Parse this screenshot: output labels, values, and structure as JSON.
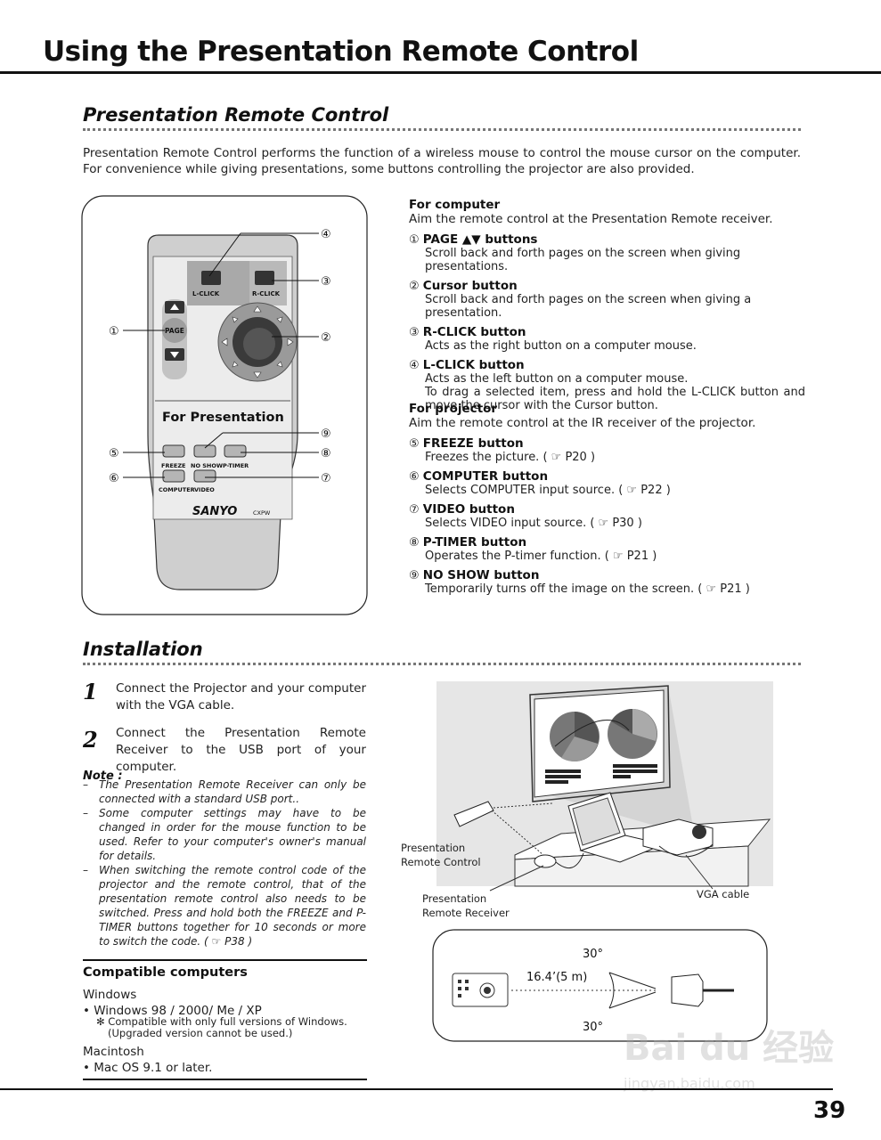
{
  "page": {
    "title": "Using the Presentation Remote Control",
    "number": "39"
  },
  "remote_section": {
    "heading": "Presentation Remote Control",
    "intro": "Presentation Remote Control performs the function of a wireless mouse to control the mouse cursor on the computer.   For convenience while giving presentations, some buttons controlling the projector are also provided."
  },
  "remote_diagram": {
    "label_page": "PAGE",
    "label_lclick": "L-CLICK",
    "label_rclick": "R-CLICK",
    "label_for_presentation": "For Presentation",
    "label_freeze": "FREEZE",
    "label_noshow": "NO SHOW",
    "label_ptimer": "P-TIMER",
    "label_computer": "COMPUTER",
    "label_video": "VIDEO",
    "label_brand": "SANYO",
    "label_model": "CXPW",
    "callouts": [
      "①",
      "②",
      "③",
      "④",
      "⑤",
      "⑥",
      "⑦",
      "⑧",
      "⑨"
    ]
  },
  "for_computer": {
    "heading": "For computer",
    "desc": "Aim the remote control  at the Presentation Remote receiver.",
    "items": [
      {
        "num": "①",
        "name": "PAGE ▲▼ buttons",
        "desc": "Scroll back and forth pages on the screen when giving  presentations."
      },
      {
        "num": "②",
        "name": "Cursor button",
        "desc": "Scroll back and forth pages on the screen when giving a presentation."
      },
      {
        "num": "③",
        "name": "R-CLICK button",
        "desc": " Acts as the right button on a computer mouse."
      },
      {
        "num": "④",
        "name": "L-CLICK button",
        "desc": "Acts as the left button on a computer mouse.",
        "desc2": "To drag a selected item, press and hold the L-CLICK button and move the cursor with the Cursor button."
      }
    ]
  },
  "for_projector": {
    "heading": "For projector",
    "desc": "Aim the remote control  at the IR receiver of the projector.",
    "items": [
      {
        "num": "⑤",
        "name": "FREEZE button",
        "desc": "Freezes the picture. ( ☞ P20 )"
      },
      {
        "num": "⑥",
        "name": "COMPUTER button",
        "desc": "Selects COMPUTER input source. ( ☞ P22 )"
      },
      {
        "num": "⑦",
        "name": "VIDEO button",
        "desc": "Selects VIDEO input source. ( ☞ P30 )"
      },
      {
        "num": "⑧",
        "name": "P-TIMER button",
        "desc": "Operates the P-timer function. ( ☞ P21 )"
      },
      {
        "num": "⑨",
        "name": "NO SHOW button",
        "desc": "Temporarily turns off the image on the screen. ( ☞ P21 )"
      }
    ]
  },
  "installation": {
    "heading": "Installation",
    "steps": [
      {
        "num": "1",
        "text": "Connect the Projector and   your computer with the VGA cable."
      },
      {
        "num": "2",
        "text": "Connect the Presentation Remote Receiver to the USB port of your computer."
      }
    ],
    "note_heading": "Note :",
    "notes": [
      "The Presentation Remote Receiver can only be connected with a standard USB port..",
      "Some computer settings may have to be changed in order for the mouse function to be used. Refer to your computer's owner's manual for details.",
      "When switching the remote control code of the projector and the remote control, that of the presentation remote control also needs to be switched. Press and hold both the FREEZE and P-TIMER buttons together for 10 seconds or more to switch the code. ( ☞ P38 )"
    ]
  },
  "compatible": {
    "heading": "Compatible computers",
    "windows_label": "Windows",
    "windows_versions": "• Windows 98 / 2000/ Me / XP",
    "windows_note1": "✻ Compatible with only full versions of Windows.",
    "windows_note2": "(Upgraded version cannot be used.)",
    "mac_label": "Macintosh",
    "mac_versions": "• Mac OS 9.1 or later."
  },
  "setup_diagram": {
    "label_remote": "Presentation\nRemote Control",
    "label_remote_l1": "Presentation",
    "label_remote_l2": "Remote Control",
    "label_receiver_l1": "Presentation",
    "label_receiver_l2": "Remote Receiver",
    "label_cable": "VGA cable"
  },
  "range_diagram": {
    "angle_top": "30°",
    "angle_bottom": "30°",
    "distance": "16.4’(5 m)"
  },
  "watermark": {
    "text": "Bai du 经验",
    "url": "jingyan.baidu.com"
  }
}
